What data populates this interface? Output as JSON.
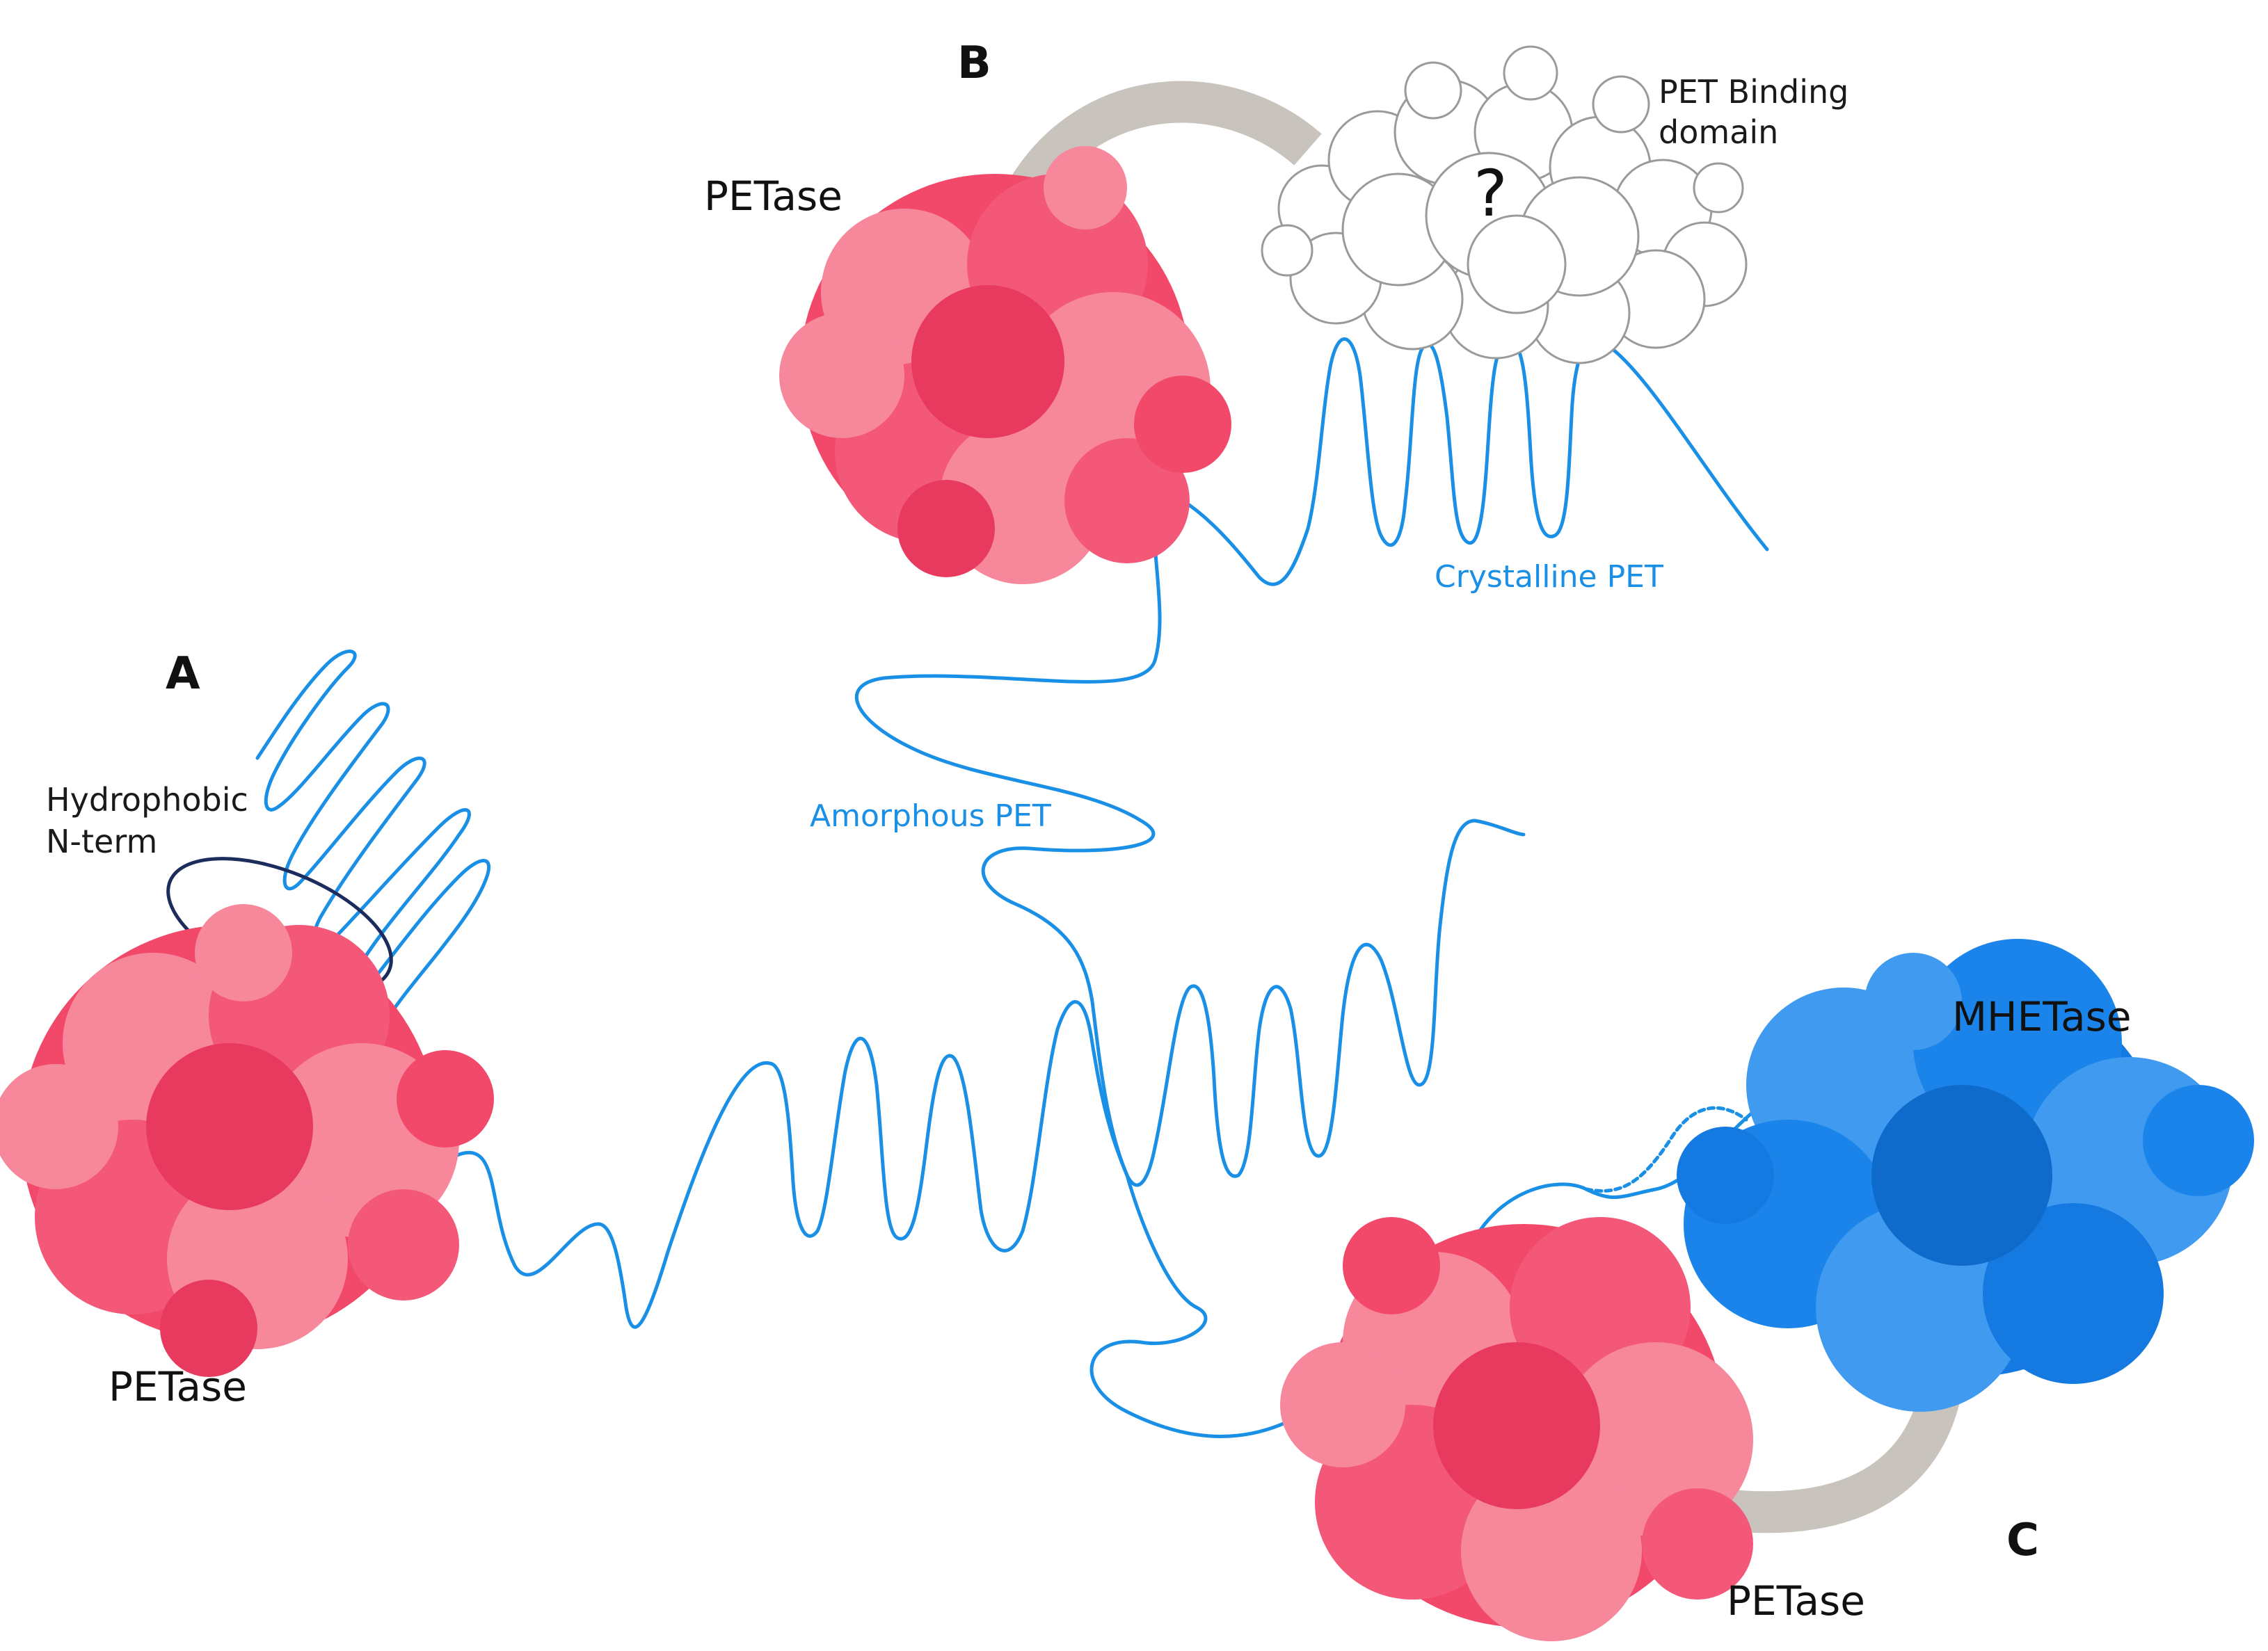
{
  "panels": {
    "a": {
      "letter": "A",
      "enzyme_label": "PETase",
      "nterm_label_line1": "Hydrophobic",
      "nterm_label_line2": "N-term"
    },
    "b": {
      "letter": "B",
      "enzyme_label": "PETase",
      "binding_label_line1": "PET Binding",
      "binding_label_line2": "domain",
      "unknown_mark": "?"
    },
    "c": {
      "letter": "C",
      "enzyme_label": "PETase",
      "partner_label": "MHETase"
    }
  },
  "polymer": {
    "crystalline_label": "Crystalline PET",
    "amorphous_label": "Amorphous PET"
  },
  "colors": {
    "petase": "#f2496a",
    "petase_light": "#f7889c",
    "mhetase": "#1479e0",
    "mhetase_light": "#3f9af0",
    "pet_chain": "#1a8fe6",
    "linker": "#c8c3bd",
    "binding_domain_outline": "#9a9a9a",
    "nterm_ellipse": "#1c2c5c"
  }
}
